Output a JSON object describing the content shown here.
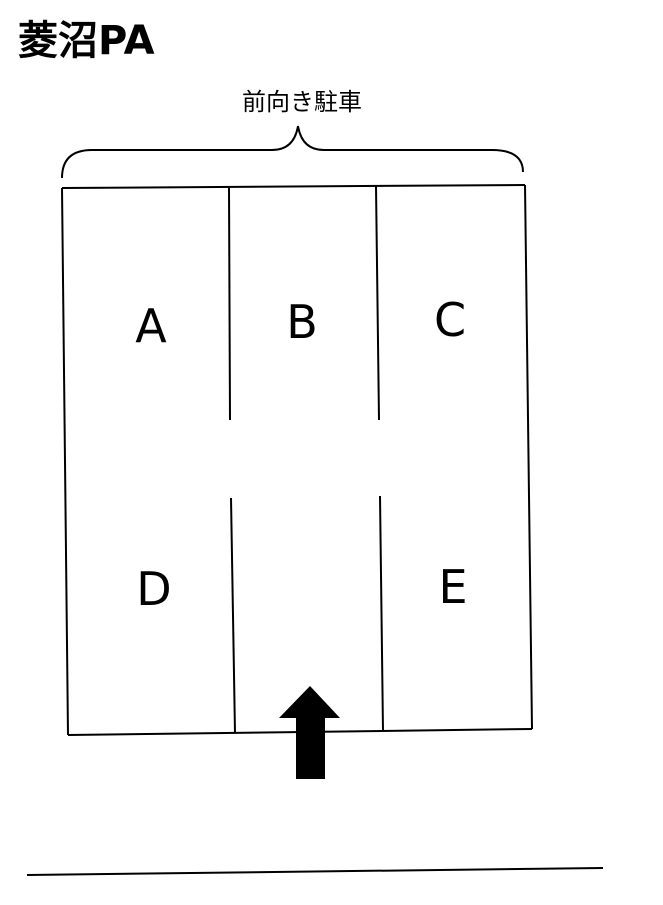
{
  "title": "菱沼PA",
  "parking_direction_label": "前向き駐車",
  "spaces": [
    "A",
    "B",
    "C",
    "D",
    "E"
  ],
  "entrance_arrow": "up-arrow-icon"
}
